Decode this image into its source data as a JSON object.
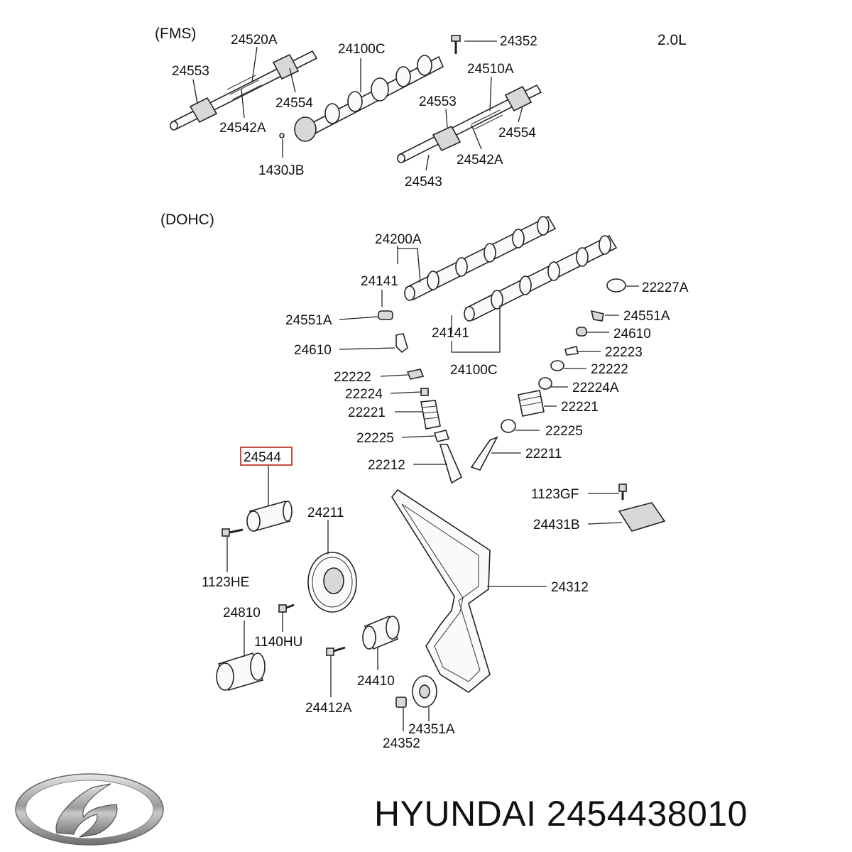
{
  "sections": {
    "fms": "(FMS)",
    "dohc": "(DOHC)",
    "engine": "2.0L"
  },
  "highlighted_part": "24544",
  "part_labels": [
    "24520A",
    "24100C",
    "24352",
    "24553",
    "24554",
    "24542A",
    "1430JB",
    "24510A",
    "24553",
    "24554",
    "24542A",
    "24543",
    "24200A",
    "24141",
    "22227A",
    "24551A",
    "24551A",
    "24610",
    "24610",
    "22223",
    "24141",
    "22222",
    "22222",
    "24100C",
    "22224",
    "22224A",
    "22221",
    "22221",
    "22225",
    "22225",
    "22211",
    "22212",
    "1123GF",
    "24431B",
    "24211",
    "1123HE",
    "24312",
    "24810",
    "1140HU",
    "24410",
    "24412A",
    "24351A",
    "24352"
  ],
  "brand": {
    "logo_icon": "hyundai-logo-icon",
    "title": "HYUNDAI 2454438010"
  }
}
